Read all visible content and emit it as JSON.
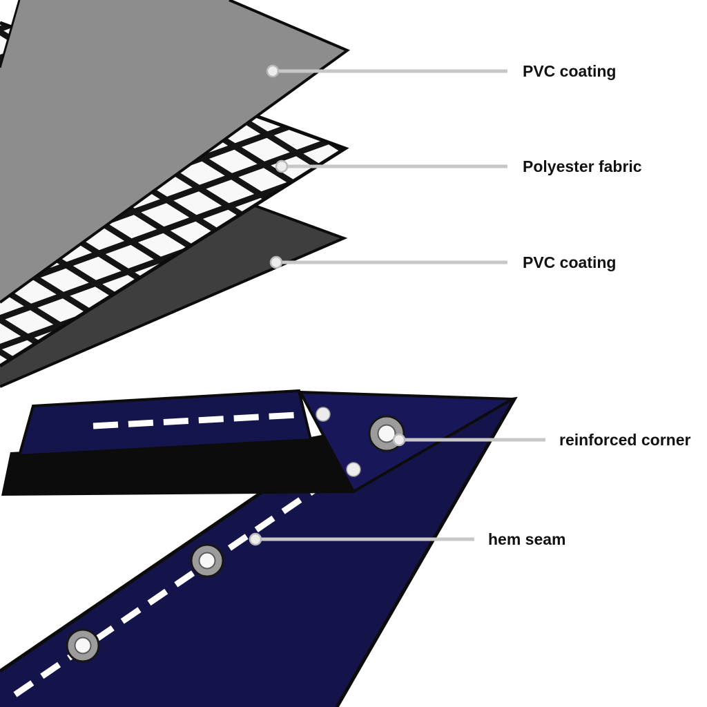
{
  "labels": {
    "pvc_top": "PVC coating",
    "fabric": "Polyester fabric",
    "pvc_bottom": "PVC coating",
    "corner": "reinforced corner",
    "hem": "hem seam"
  },
  "colors": {
    "background": "#ffffff",
    "pvc_top_sheet": "#8d8d8d",
    "pvc_bottom_sheet": "#3e3e3e",
    "mesh_cell_white": "#f8f8f8",
    "mesh_grid_black": "#141414",
    "tarp_navy": "#14144b",
    "hem_strip_navy": "#15154e",
    "corner_patch_navy": "#17175a",
    "outline_black": "#0c0c0c",
    "stitch_white": "#ffffff",
    "grommet_gray": "#9c9c9c",
    "leader_line": "#c7c7c7",
    "label_text": "#111111"
  }
}
